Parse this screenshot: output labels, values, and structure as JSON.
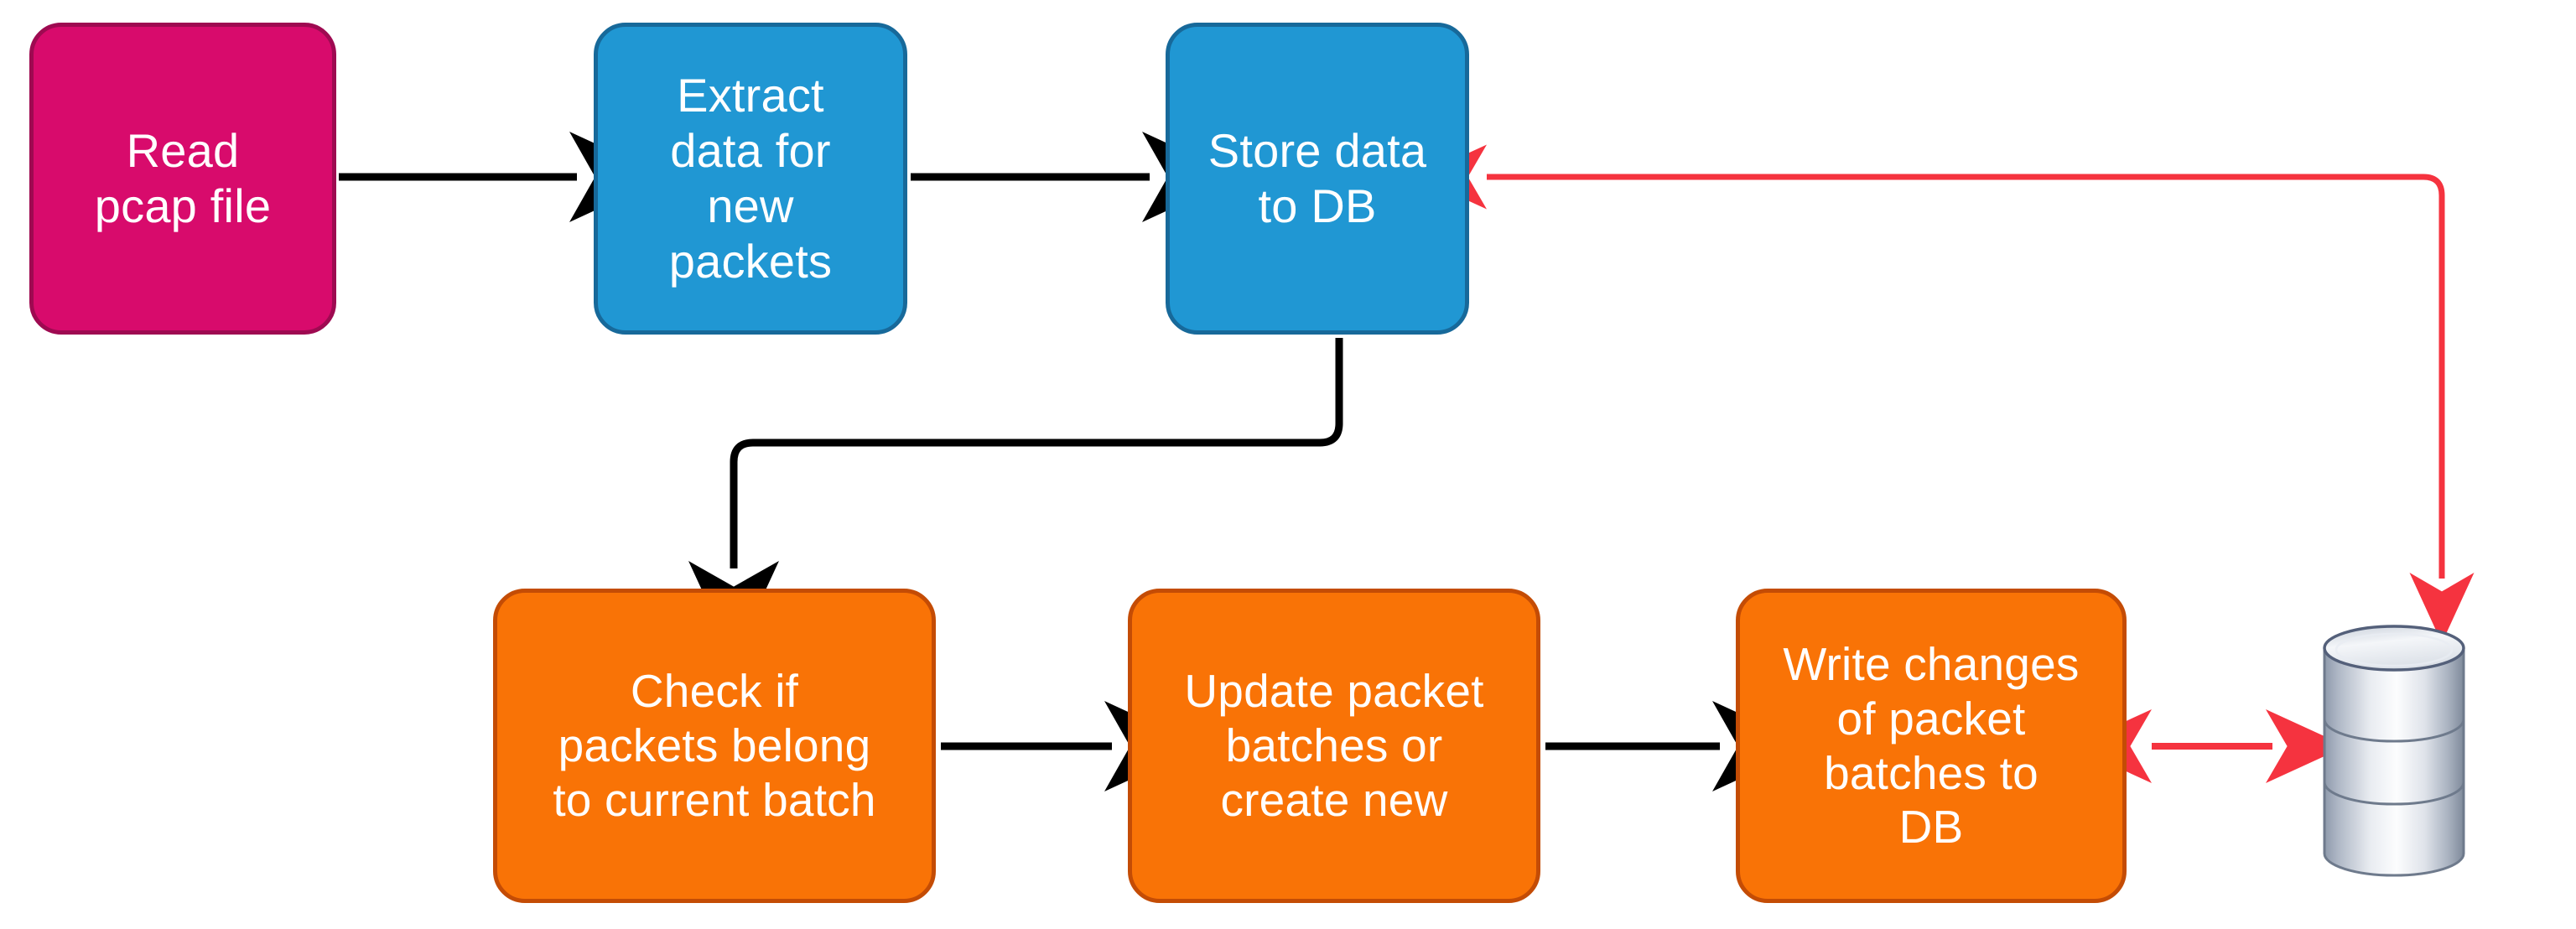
{
  "diagram": {
    "title": "pcap ingestion and packet batching pipeline",
    "type": "flowchart",
    "background": "#FFFFFF"
  },
  "colors": {
    "magenta_fill": "#D80B6C",
    "magenta_border": "#9E0A51",
    "blue_fill": "#2097D3",
    "blue_border": "#17699A",
    "orange_fill": "#F97306",
    "orange_border": "#C44C05",
    "arrow_black": "#000000",
    "arrow_red": "#F5333F",
    "db_silver_light": "#FDFDFE",
    "db_silver_mid": "#AEB6C4",
    "db_silver_dark": "#7C8798",
    "node_text": "#FFFFFF"
  },
  "nodes": [
    {
      "id": "read",
      "label": "Read\npcap file",
      "shape": "rounded-rect",
      "fill": "#D80B6C"
    },
    {
      "id": "extract",
      "label": "Extract\ndata for\nnew\npackets",
      "shape": "rounded-rect",
      "fill": "#2097D3"
    },
    {
      "id": "store",
      "label": "Store data\nto DB",
      "shape": "rounded-rect",
      "fill": "#2097D3"
    },
    {
      "id": "check",
      "label": "Check if\npackets belong\nto current batch",
      "shape": "rounded-rect",
      "fill": "#F97306"
    },
    {
      "id": "update",
      "label": "Update packet\nbatches or\ncreate new",
      "shape": "rounded-rect",
      "fill": "#F97306"
    },
    {
      "id": "write",
      "label": "Write changes\nof packet\nbatches to\nDB",
      "shape": "rounded-rect",
      "fill": "#F97306"
    },
    {
      "id": "database",
      "label": "",
      "shape": "cylinder",
      "fill": "#C3CBD6"
    }
  ],
  "edges": [
    {
      "id": "read-to-extract",
      "from": "read",
      "to": "extract",
      "color": "#000000",
      "style": "straight",
      "arrowheads": "end"
    },
    {
      "id": "extract-to-store",
      "from": "extract",
      "to": "store",
      "color": "#000000",
      "style": "straight",
      "arrowheads": "end"
    },
    {
      "id": "store-to-check",
      "from": "store",
      "to": "check",
      "color": "#000000",
      "style": "elbow",
      "arrowheads": "end"
    },
    {
      "id": "check-to-update",
      "from": "check",
      "to": "update",
      "color": "#000000",
      "style": "straight",
      "arrowheads": "end"
    },
    {
      "id": "update-to-write",
      "from": "update",
      "to": "write",
      "color": "#000000",
      "style": "straight",
      "arrowheads": "end"
    },
    {
      "id": "write-to-database",
      "from": "write",
      "to": "database",
      "color": "#F5333F",
      "style": "straight",
      "arrowheads": "both"
    },
    {
      "id": "store-to-database",
      "from": "store",
      "to": "database",
      "color": "#F5333F",
      "style": "elbow",
      "arrowheads": "both"
    }
  ]
}
